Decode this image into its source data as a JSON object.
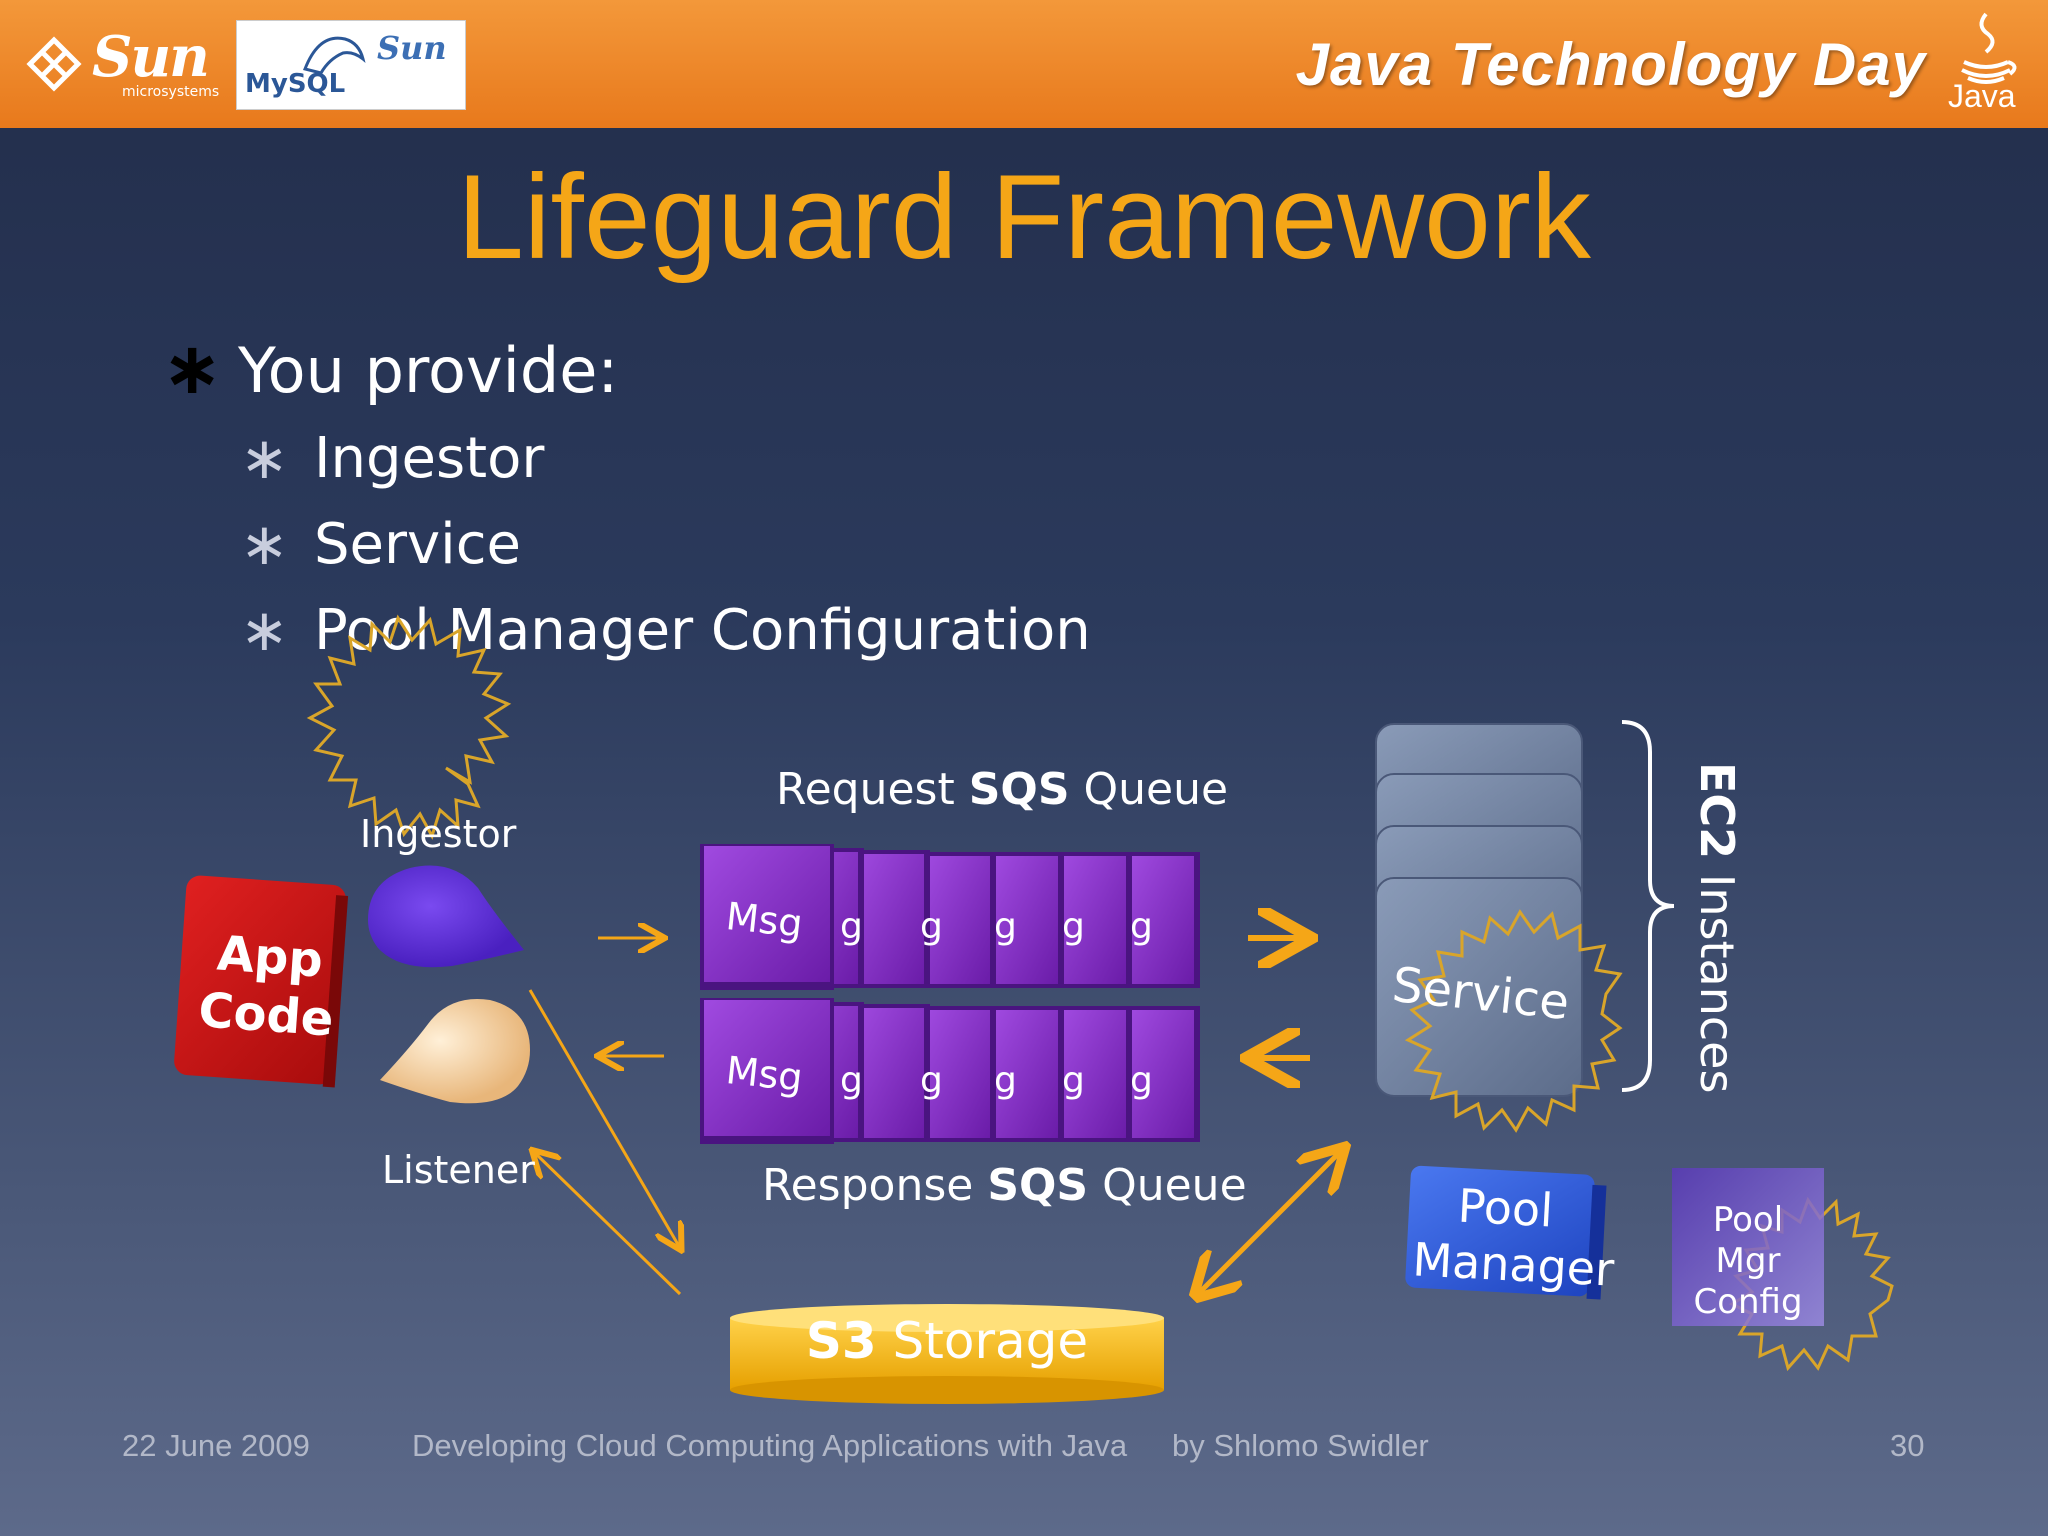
{
  "header": {
    "sun_logo": "Sun",
    "sun_logo_sub": "microsystems",
    "mysql_logo": "MySQL",
    "mysql_sun_logo": "Sun",
    "event_title": "Java Technology Day",
    "java_logo": "Java"
  },
  "slide": {
    "title": "Lifeguard Framework",
    "bullets": {
      "main": "You provide:",
      "items": [
        "Ingestor",
        "Service",
        "Pool Manager Configuration"
      ]
    }
  },
  "diagram": {
    "app_code": [
      "App",
      "Code"
    ],
    "ingestor_label": "Ingestor",
    "listener_label": "Listener",
    "request_queue": {
      "prefix": "Request ",
      "bold": "SQS",
      "suffix": " Queue"
    },
    "response_queue": {
      "prefix": "Response ",
      "bold": "SQS",
      "suffix": " Queue"
    },
    "msg_label": "Msg",
    "msg_partial": [
      "g",
      "g",
      "g",
      "g",
      "g"
    ],
    "service_label": "Service",
    "ec2": {
      "bold": "EC2",
      "rest": " Instances"
    },
    "pool_manager": [
      "Pool",
      "Manager"
    ],
    "pool_mgr_config": [
      "Pool",
      "Mgr",
      "Config"
    ],
    "s3": {
      "bold": "S3",
      "rest": " Storage"
    }
  },
  "footer": {
    "date": "22 June 2009",
    "talk": "Developing Cloud Computing Applications with Java",
    "author": "by Shlomo Swidler",
    "page": "30"
  },
  "colors": {
    "accent": "#f5a617",
    "header_orange": "#ee8424",
    "msg_purple": "#8a2ed0",
    "pool_blue": "#2d5bd8"
  }
}
